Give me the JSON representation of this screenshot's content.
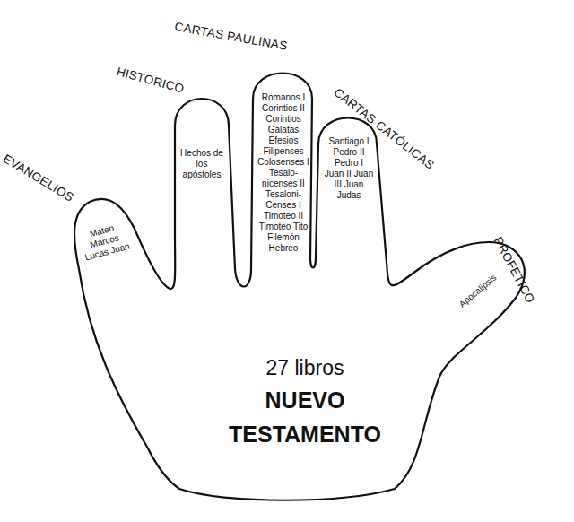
{
  "diagram": {
    "nodes": [
      {
        "text": [
          "27 libros",
          "NUEVO TESTAMENTO"
        ]
      },
      {
        "text": [
          "EVANGELIOS",
          "Mateo Marcos Lucas Juan"
        ],
        "in": 0
      },
      {
        "text": [
          "HISTORICO",
          "Hechos de los apóstoles"
        ],
        "in": 0
      },
      {
        "text": [
          "CARTAS PAULINAS",
          "Romanos I Corintios II Corintios Gálatas Efesios Filipenses Colosenses I Tesalo- nicenses II Tesaloni- Censes I Timoteo II Timoteo Tito Filemón Hebreo"
        ],
        "in": 0
      },
      {
        "text": [
          "CARTAS CATÓLICAS",
          "Santiago I Pedro II Pedro I Juan II Juan III Juan Judas"
        ],
        "in": 0
      },
      {
        "text": [
          "PROFETICO",
          "Apocalipsis"
        ],
        "in": 0
      }
    ]
  }
}
